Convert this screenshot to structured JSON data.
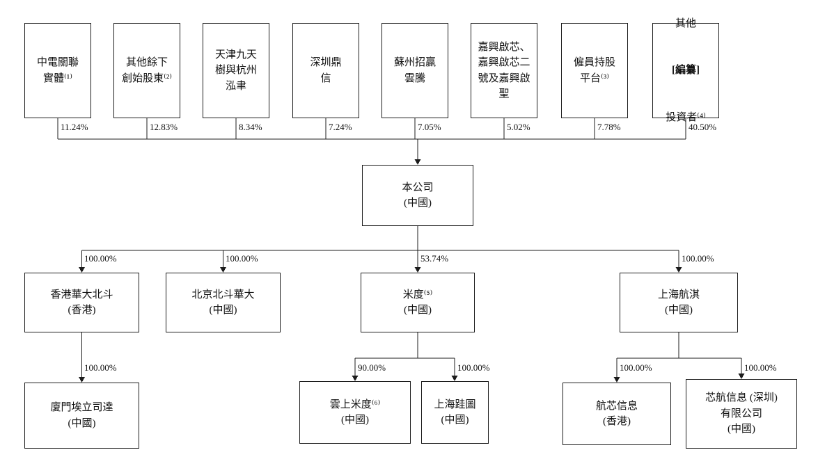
{
  "chart": {
    "shareholders": [
      {
        "lines": [
          "中電關聯",
          "實體⁽¹⁾"
        ],
        "pct": "11.24%"
      },
      {
        "lines": [
          "其他餘下",
          "創始股東⁽²⁾"
        ],
        "pct": "12.83%"
      },
      {
        "lines": [
          "天津九天",
          "樹與杭州",
          "泓聿"
        ],
        "pct": "8.34%"
      },
      {
        "lines": [
          "深圳鼎",
          "信"
        ],
        "pct": "7.24%"
      },
      {
        "lines": [
          "蘇州招贏",
          "雲騰"
        ],
        "pct": "7.05%"
      },
      {
        "lines": [
          "嘉興啟芯、",
          "嘉興啟芯二",
          "號及嘉興啟",
          "聖"
        ],
        "pct": "5.02%"
      },
      {
        "lines": [
          "僱員持股",
          "平台⁽³⁾"
        ],
        "pct": "7.78%"
      },
      {
        "pre": "其他",
        "redacted": "[編纂]",
        "post": "投資者⁽⁴⁾",
        "pct": "40.50%"
      }
    ],
    "company": {
      "lines": [
        "本公司",
        "(中國)"
      ]
    },
    "subsidiaries": [
      {
        "lines": [
          "香港華大北斗",
          "(香港)"
        ],
        "pct": "100.00%"
      },
      {
        "lines": [
          "北京北斗華大",
          "(中國)"
        ],
        "pct": "100.00%"
      },
      {
        "lines": [
          "米度⁽⁵⁾",
          "(中國)"
        ],
        "pct": "53.74%"
      },
      {
        "lines": [
          "上海航淇",
          "(中國)"
        ],
        "pct": "100.00%"
      }
    ],
    "grandchildren": [
      {
        "lines": [
          "廈門埃立司達",
          "(中國)"
        ],
        "pct": "100.00%"
      },
      {
        "lines": [
          "雲上米度⁽⁶⁾",
          "(中國)"
        ],
        "pct": "90.00%"
      },
      {
        "lines": [
          "上海跬圖",
          "(中國)"
        ],
        "pct": "100.00%"
      },
      {
        "lines": [
          "航芯信息",
          "(香港)"
        ],
        "pct": "100.00%"
      },
      {
        "lines": [
          "芯航信息 (深圳)",
          "有限公司",
          "(中國)"
        ],
        "pct": "100.00%"
      }
    ],
    "line_color": "#1c1c1c"
  }
}
